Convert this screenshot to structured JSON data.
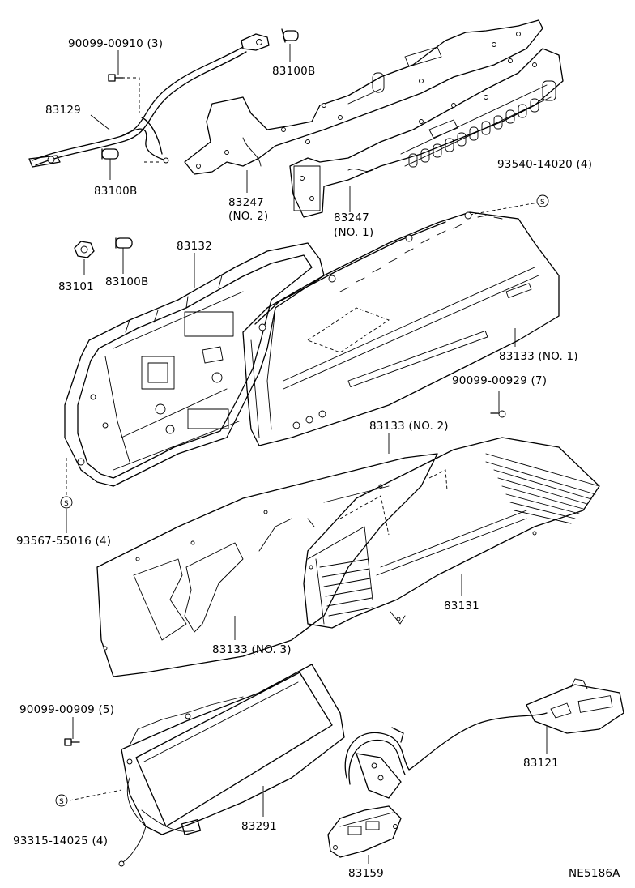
{
  "diagram": {
    "code": "NE5186A",
    "labels": {
      "bolt_00910": "90099-00910 (3)",
      "bulb_top": "83100B",
      "wire_83129": "83129",
      "bulb_left": "83100B",
      "plate_no2": "83247",
      "plate_no2_sub": "(NO. 2)",
      "plate_no1": "83247",
      "plate_no1_sub": "(NO. 1)",
      "screw_14020": "93540-14020 (4)",
      "socket_83101": "83101",
      "bulb_mid": "83100B",
      "housing_83132": "83132",
      "hood_no1": "83133 (NO. 1)",
      "screw_00929": "90099-00929 (7)",
      "hood_no2": "83133 (NO. 2)",
      "screw_55016": "93567-55016 (4)",
      "panel_83131": "83131",
      "glass_no3": "83133 (NO. 3)",
      "screw_00909": "90099-00909 (5)",
      "sensor_83121": "83121",
      "screw_14025": "93315-14025 (4)",
      "display_83291": "83291",
      "switch_83159": "83159"
    },
    "screw_symbol": "S"
  }
}
